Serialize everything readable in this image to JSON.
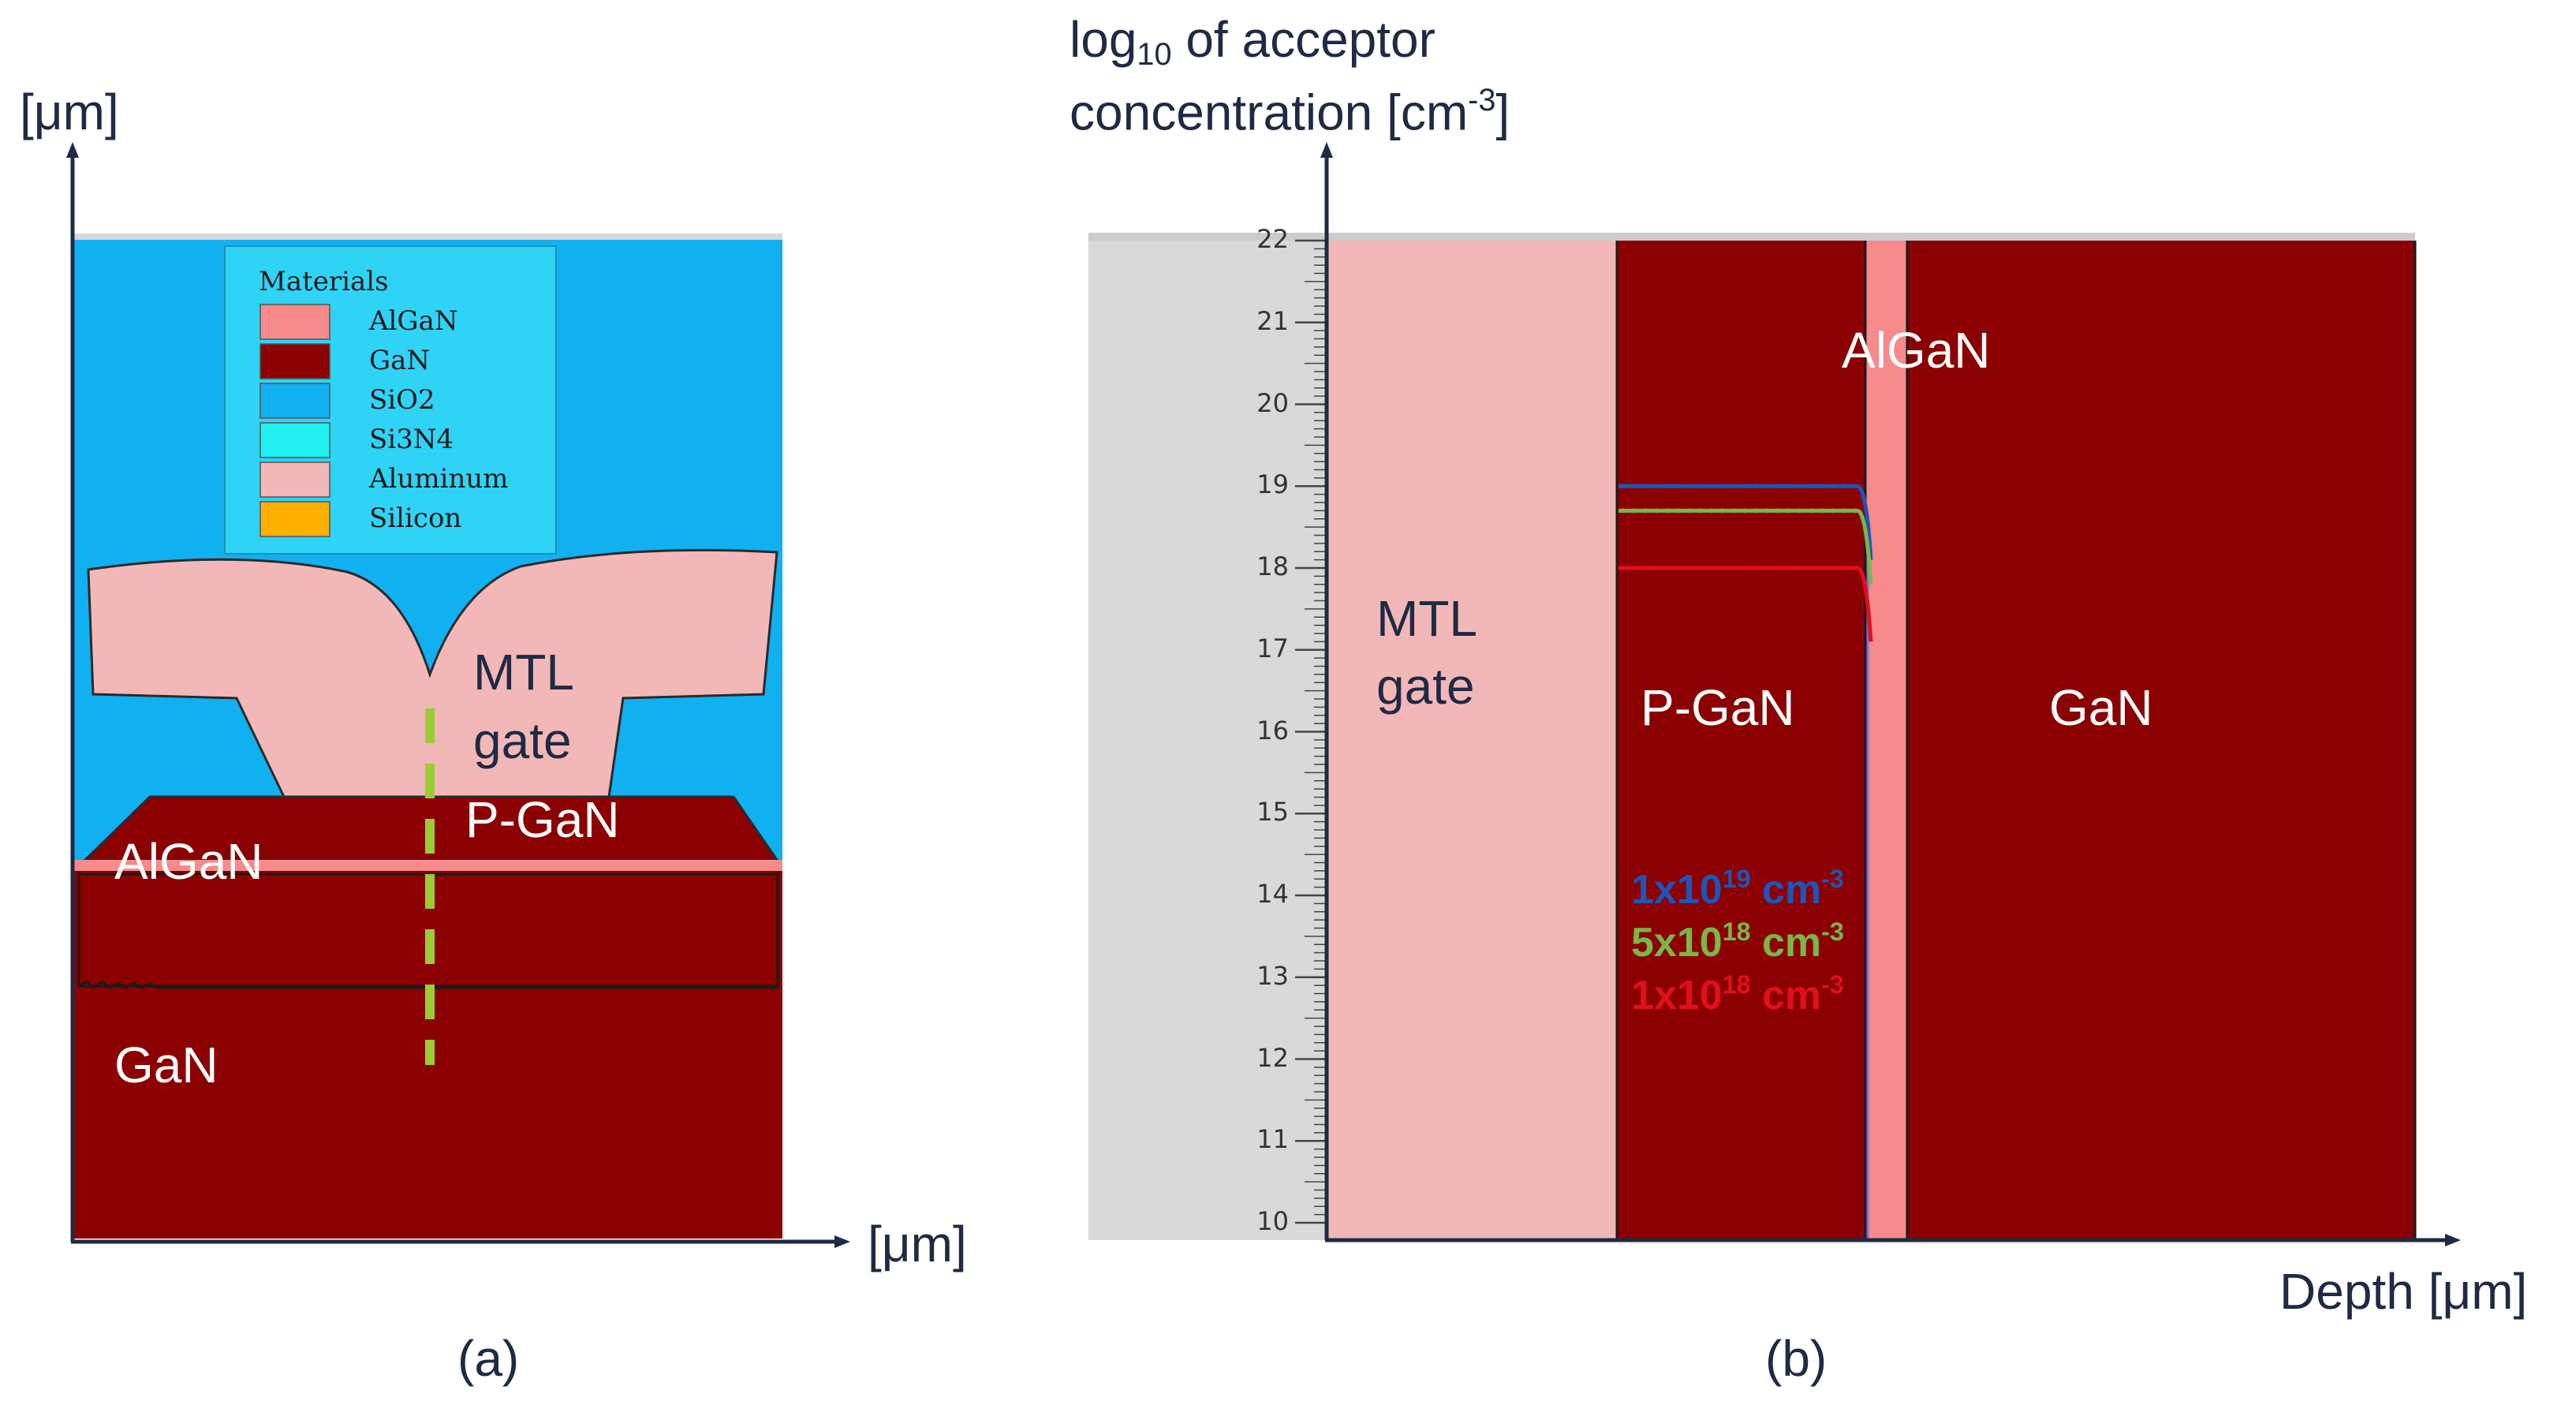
{
  "colors": {
    "sio2": "#11b0f0",
    "legend_bg": "#2fd3f5",
    "aluminum": "#f2b8b8",
    "gan": "#8b0000",
    "algan": "#f78a8a",
    "si3n4": "#22f0f0",
    "silicon": "#ffb000",
    "cutline": "#9acd32",
    "series_1e19": "#1d55b8",
    "series_5e18": "#7ab648",
    "series_1e18": "#e0101a",
    "axis": "#1f2a44",
    "grey_area": "#d9d9d9"
  },
  "panel_a": {
    "y_unit": "[μm]",
    "x_unit": "[μm]",
    "caption": "(a)",
    "legend": {
      "title": "Materials",
      "items": [
        {
          "label": "AlGaN",
          "color": "#f78a8a"
        },
        {
          "label": "GaN",
          "color": "#8b0000"
        },
        {
          "label": "SiO2",
          "color": "#11b0f0"
        },
        {
          "label": "Si3N4",
          "color": "#22f0f0"
        },
        {
          "label": "Aluminum",
          "color": "#f2b8b8"
        },
        {
          "label": "Silicon",
          "color": "#ffb000"
        }
      ]
    },
    "labels": {
      "mtl_line1": "MTL",
      "mtl_line2": "gate",
      "pgan": "P-GaN",
      "algan": "AlGaN",
      "gan": "GaN"
    }
  },
  "panel_b": {
    "y_title_line1_pre": "log",
    "y_title_line1_sub": "10",
    "y_title_line1_post": " of acceptor",
    "y_title_line2_pre": "concentration [cm",
    "y_title_line2_sup": "-3",
    "y_title_line2_post": "]",
    "x_title": "Depth [μm]",
    "caption": "(b)",
    "labels": {
      "mtl_line1": "MTL",
      "mtl_line2": "gate",
      "pgan": "P-GaN",
      "algan": "AlGaN",
      "gan": "GaN"
    },
    "concentrations": [
      {
        "pre": "1x10",
        "sup": "19",
        "post": " cm",
        "sup2": "-3",
        "color": "#1d55b8"
      },
      {
        "pre": "5x10",
        "sup": "18",
        "post": " cm",
        "sup2": "-3",
        "color": "#7ab648"
      },
      {
        "pre": "1x10",
        "sup": "18",
        "post": " cm",
        "sup2": "-3",
        "color": "#e0101a"
      }
    ]
  },
  "chart_data": {
    "type": "line",
    "ylabel": "log10 of acceptor concentration [cm-3]",
    "xlabel": "Depth [μm]",
    "ylim": [
      10,
      22
    ],
    "yticks": [
      10,
      11,
      12,
      13,
      14,
      15,
      16,
      17,
      18,
      19,
      20,
      21,
      22
    ],
    "series": [
      {
        "name": "1x10^19 cm-3",
        "level": 19,
        "color": "#1d55b8"
      },
      {
        "name": "5x10^18 cm-3",
        "level": 18.7,
        "color": "#7ab648"
      },
      {
        "name": "1x10^18 cm-3",
        "level": 18,
        "color": "#e0101a"
      }
    ]
  }
}
